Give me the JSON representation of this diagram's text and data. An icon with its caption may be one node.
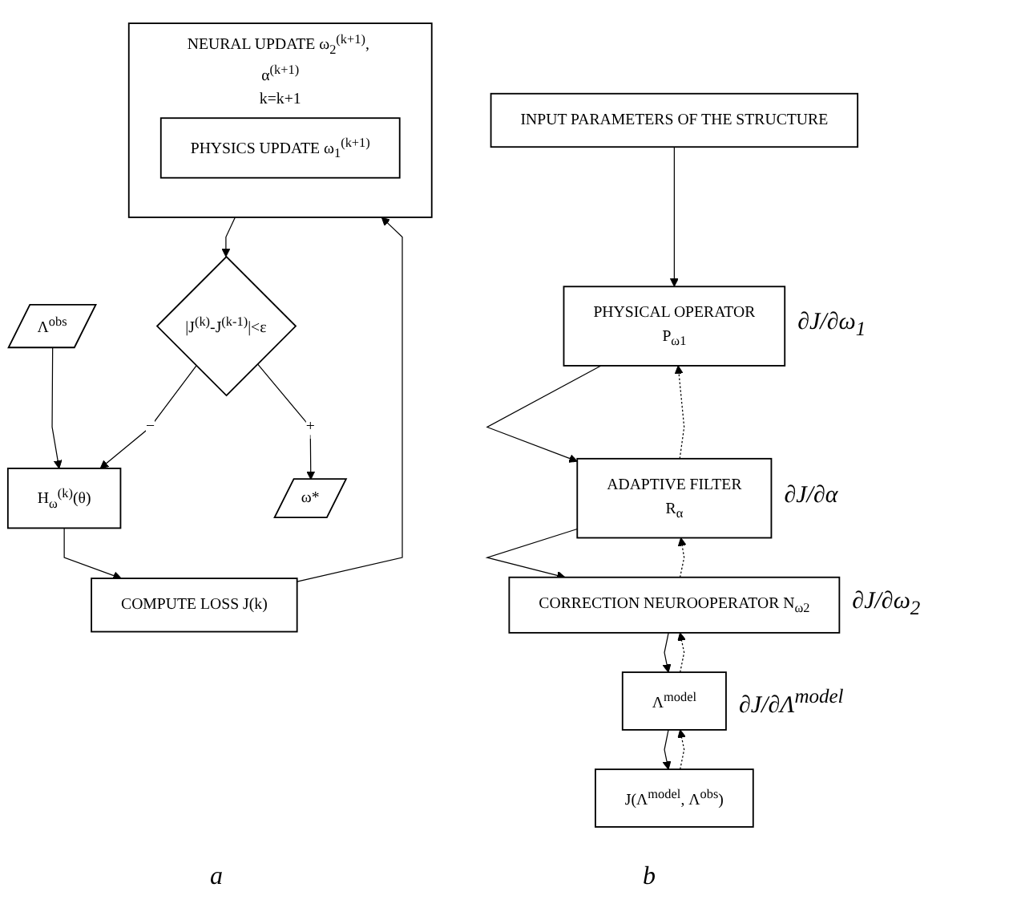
{
  "diagram": {
    "nodes": [
      {
        "text": [
          "Λ$^{obs}$"
        ]
      },
      {
        "text": [
          "H$_{ω}$$^{(k)}$(θ)"
        ]
      },
      {
        "text": [
          "COMPUTE LOSS J(k)"
        ]
      },
      {
        "text": [
          "NEURAL UPDATE ω$_{2}$$^{(k+1)}$, α$^{(k+1)}$",
          "k=k+1"
        ]
      },
      {
        "text": [
          "PHYSICS UPDATE ω$_{1}$$^{(k+1)}$"
        ],
        "in": 3
      },
      {
        "text": [
          "|J$^{(k)}$-J$^{(k-1)}$|<ε"
        ]
      },
      {
        "text": [
          "ω*"
        ]
      },
      {
        "text": [
          "INPUT PARAMETERS OF THE STRUCTURE"
        ]
      },
      {
        "text": [
          "PHYSICAL OPERATOR",
          "P$_{ω1}$"
        ],
        "beside": [
          "∂J/∂ω$_{1}$"
        ]
      },
      {
        "text": [
          "ADAPTIVE FILTER",
          "R$_{α}$"
        ],
        "beside": [
          "∂J/∂α"
        ]
      },
      {
        "text": [
          "CORRECTION NEUROOPERATOR N$_{ω2}$"
        ],
        "beside": [
          "∂J/∂ω$_{2}$"
        ]
      },
      {
        "text": [
          "Λ$^{model}$"
        ],
        "beside": [
          "∂J/∂Λ$^{model}$"
        ]
      },
      {
        "text": [
          "J(Λ$^{model}$, Λ$^{obs}$)"
        ]
      }
    ],
    "edges": [
      {
        "from": 0,
        "to": 1,
        "arrow": "to"
      },
      {
        "from": 1,
        "to": 2,
        "arrow": "to"
      },
      {
        "from": 2,
        "to": 3,
        "arrow": "to"
      },
      {
        "from": 3,
        "to": 5,
        "arrow": "to"
      },
      {
        "from": 5,
        "to": 1,
        "arrow": "to",
        "label": "−"
      },
      {
        "from": 5,
        "to": 6,
        "arrow": "to",
        "label": "+"
      },
      {
        "from": 7,
        "to": 8,
        "arrow": "to"
      },
      {
        "from": 8,
        "to": 9,
        "arrow": "to"
      },
      {
        "from": 9,
        "to": 10,
        "arrow": "to"
      },
      {
        "from": 10,
        "to": 11,
        "arrow": "to"
      },
      {
        "from": 11,
        "to": 12,
        "arrow": "to"
      },
      {
        "from": 12,
        "to": 11,
        "arrow": "to",
        "style": "dashed"
      },
      {
        "from": 11,
        "to": 10,
        "arrow": "to",
        "style": "dashed"
      },
      {
        "from": 10,
        "to": 9,
        "arrow": "to",
        "style": "dashed"
      },
      {
        "from": 9,
        "to": 8,
        "arrow": "to",
        "style": "dashed"
      }
    ],
    "labels": [
      "a",
      "b"
    ]
  }
}
